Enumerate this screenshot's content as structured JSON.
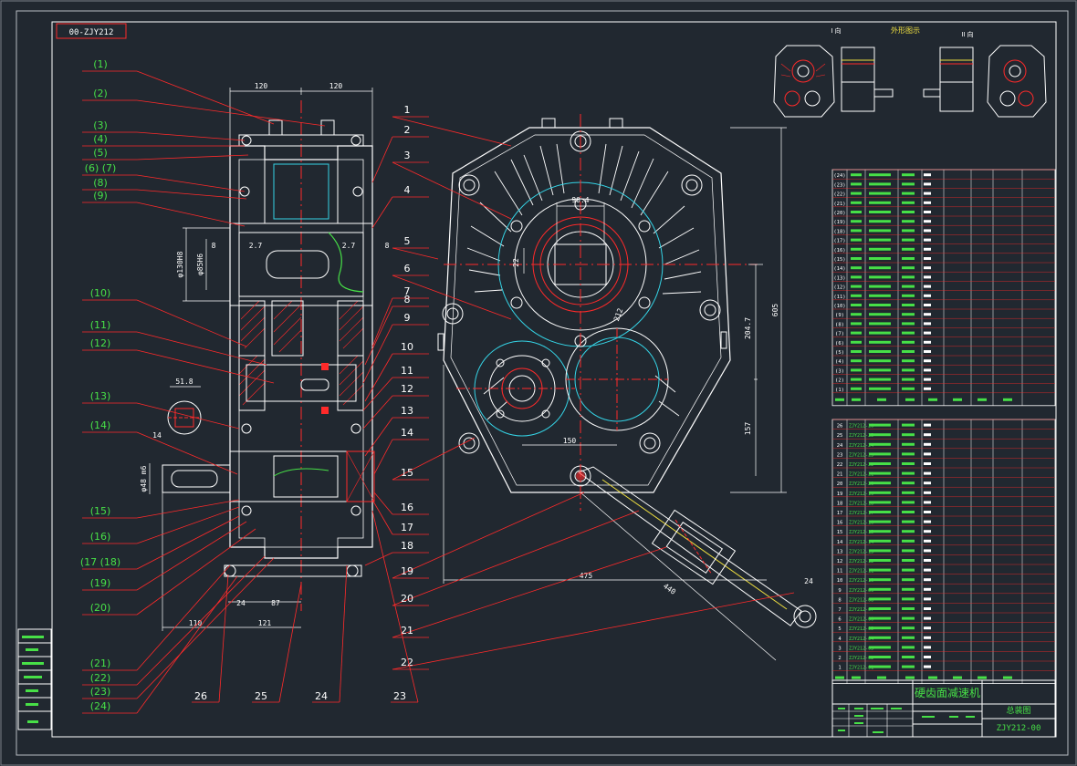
{
  "drawing": {
    "code_tag": "00-ZJY212",
    "title_cn": "硬齿面减速机",
    "assembly_label": "总装图",
    "drawing_no": "ZJY212-00",
    "view_label": "外形图示",
    "left_view_label": "I 向",
    "right_view_label": "II 向"
  },
  "dimensions": {
    "top_left": "120",
    "top_right": "120",
    "d1": "φ130H8",
    "d2": "φ85H6",
    "g1": "2.7",
    "g2": "2.7",
    "s1": "8",
    "s2": "8",
    "key_w": "51.8",
    "key_h": "14",
    "shaft_d": "φ48 m6",
    "b1": "24",
    "b2": "87",
    "b3": "110",
    "b4": "121",
    "c1": "90.4",
    "c2": "22",
    "c3": "212",
    "c4": "204.7",
    "c5": "605",
    "c6": "157",
    "c7": "150",
    "c8": "475",
    "c9": "440",
    "c10": "24"
  },
  "left_callouts": [
    "(1)",
    "(2)",
    "(3)",
    "(4)",
    "(5)",
    "(6) (7)",
    "(8)",
    "(9)",
    "(10)",
    "(11)",
    "(12)",
    "(13)",
    "(14)",
    "(15)",
    "(16)",
    "(17  (18)",
    "(19)",
    "(20)",
    "(21)",
    "(22)",
    "(23)",
    "(24)"
  ],
  "right_callouts": [
    "1",
    "2",
    "3",
    "4",
    "5",
    "6",
    "7",
    "8",
    "9",
    "10",
    "11",
    "12",
    "13",
    "14",
    "15",
    "16",
    "17",
    "18",
    "19",
    "20",
    "21",
    "22"
  ],
  "bottom_callouts": [
    "26",
    "25",
    "24",
    "23"
  ],
  "parts_table_upper_nos": [
    "(24)",
    "(23)",
    "(22)",
    "(21)",
    "(20)",
    "(19)",
    "(18)",
    "(17)",
    "(16)",
    "(15)",
    "(14)",
    "(13)",
    "(12)",
    "(11)",
    "(10)",
    "(9)",
    "(8)",
    "(7)",
    "(6)",
    "(5)",
    "(4)",
    "(3)",
    "(2)",
    "(1)"
  ],
  "parts_table_lower_nos": [
    "26",
    "25",
    "24",
    "23",
    "22",
    "21",
    "20",
    "19",
    "18",
    "17",
    "16",
    "15",
    "14",
    "13",
    "12",
    "11",
    "10",
    "9",
    "8",
    "7",
    "6",
    "5",
    "4",
    "3",
    "2",
    "1"
  ],
  "parts_table_lower_codes": [
    "ZJY212-26",
    "ZJY212-25",
    "ZJY212-24",
    "ZJY212-23",
    "ZJY212-22",
    "ZJY212-21",
    "ZJY212-20",
    "ZJY212-19",
    "ZJY212-18",
    "ZJY212-17",
    "ZJY212-16",
    "ZJY212-15",
    "ZJY212-14",
    "ZJY212-13",
    "ZJY212-12",
    "ZJY212-11",
    "ZJY212-10",
    "ZJY212-09",
    "ZJY212-08",
    "ZJY212-07",
    "ZJY212-06",
    "ZJY212-05",
    "ZJY212-04",
    "ZJY212-03",
    "ZJY212-02",
    "ZJY212-01"
  ],
  "colors": {
    "background": "#212830",
    "outline": "#ffffff",
    "red": "#ff2a2a",
    "cyan": "#35d4e6",
    "green": "#47e047",
    "yellow": "#f0e040"
  }
}
